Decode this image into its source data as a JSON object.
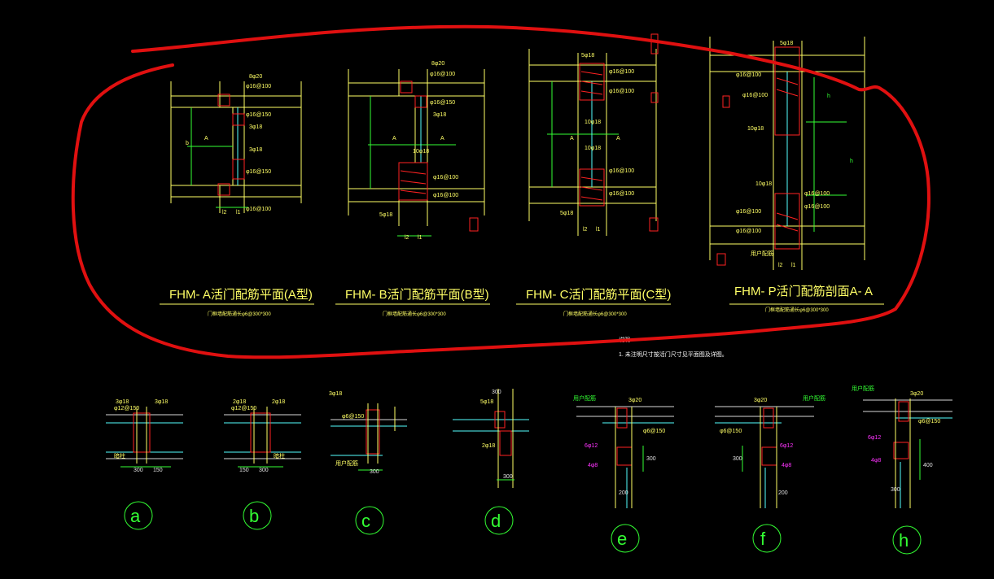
{
  "plans": [
    {
      "title": "FHM- A活门配筋平面(A型)",
      "subtitle": "门框墙配筋通长φ6@300*300"
    },
    {
      "title": "FHM- B活门配筋平面(B型)",
      "subtitle": "门框墙配筋通长φ6@300*300"
    },
    {
      "title": "FHM- C活门配筋平面(C型)",
      "subtitle": "门框墙配筋通长φ6@300*300"
    },
    {
      "title": "FHM- P活门配筋剖面A- A",
      "subtitle": "门框墙配筋通长φ6@300*300"
    }
  ],
  "plan_labels": {
    "top_bars": "8φ20",
    "stirrup_100": "φ16@100",
    "stirrup_150": "φ16@150",
    "bars_18": "3φ18",
    "bars_10_18": "10φ18",
    "bars_5_18": "5φ18",
    "section_a": "A",
    "dim_b": "b",
    "dim_l1": "l1",
    "dim_l2": "l2",
    "dim_h": "h",
    "plan_d_note": "用户配筋"
  },
  "notes": {
    "heading": "说明",
    "line1": "1. 未注明尺寸按活门尺寸见平面图及详图。"
  },
  "details": [
    {
      "letter": "a",
      "bars": "3φ18",
      "stir": "φ12@150",
      "dim1": "300",
      "dim2": "150",
      "tag": "暗柱"
    },
    {
      "letter": "b",
      "bars": "2φ18",
      "stir": "φ12@150",
      "dim1": "150",
      "dim2": "300",
      "tag": "暗柱"
    },
    {
      "letter": "c",
      "bars": "3φ18",
      "stir": "φ6@150",
      "dim1": "300",
      "dim2": "",
      "tag": "用户配筋"
    },
    {
      "letter": "d",
      "bars": "5φ18",
      "stir": "2φ18",
      "dim1": "300",
      "dim2": "300",
      "tag": ""
    },
    {
      "letter": "e",
      "bars": "3φ20",
      "stir": "φ6@150",
      "dim1": "300",
      "dim2": "200",
      "tag": "用户配筋"
    },
    {
      "letter": "f",
      "bars": "3φ20",
      "stir": "φ6@150",
      "dim1": "300",
      "dim2": "200",
      "tag": "用户配筋"
    },
    {
      "letter": "h",
      "bars": "3φ20",
      "stir": "φ6@150",
      "dim1": "400",
      "dim2": "300",
      "tag": "用户配筋"
    }
  ],
  "detail_magenta": {
    "l1": "6φ12",
    "l2": "4φ8"
  },
  "colors": {
    "background": "#000000",
    "ink": "#e01010",
    "yellow": "#ffff66",
    "green": "#33ff33",
    "cyan": "#55ffff"
  }
}
